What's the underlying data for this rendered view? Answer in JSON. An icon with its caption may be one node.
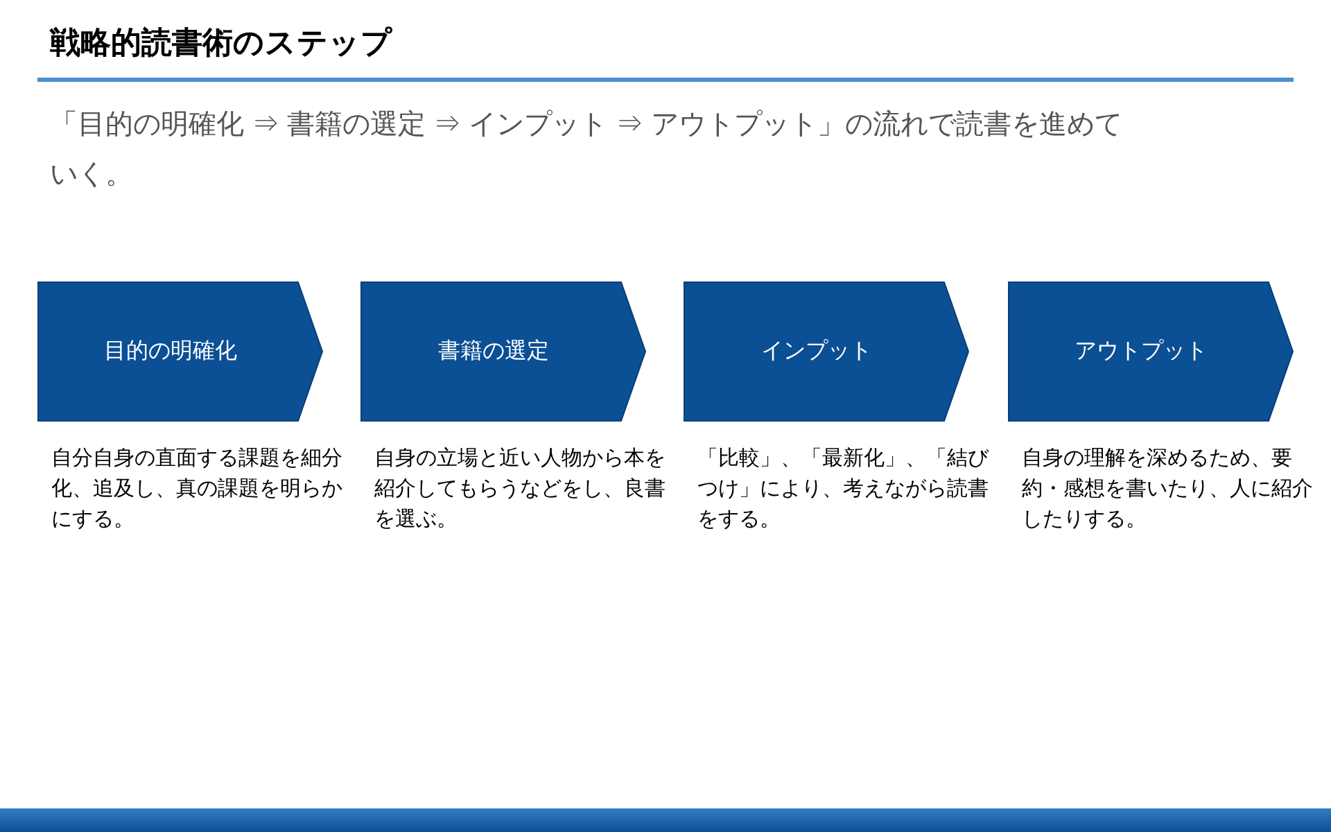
{
  "diagram": {
    "title": "戦略的読書術のステップ",
    "nodes": [
      {
        "text": [
          "目的の明確化"
        ],
        "beside": [
          "自分自身の直面する課題を細分化、追及し、真の課題を明らかにする。"
        ]
      },
      {
        "text": [
          "書籍の選定"
        ],
        "beside": [
          "自身の立場と近い人物から本を紹介してもらうなどをし、良書を選ぶ。"
        ]
      },
      {
        "text": [
          "インプット"
        ],
        "beside": [
          "「比較」、「最新化」、「結びつけ」により、考えながら読書をする。"
        ]
      },
      {
        "text": [
          "アウトプット"
        ],
        "beside": [
          "自身の理解を深めるため、要約・感想を書いたり、人に紹介したりする。"
        ]
      }
    ],
    "edges": [],
    "labels": [
      "「目的の明確化 ⇒ 書籍の選定 ⇒ インプット ⇒ アウトプット」の流れで読書を進めていく。"
    ]
  }
}
